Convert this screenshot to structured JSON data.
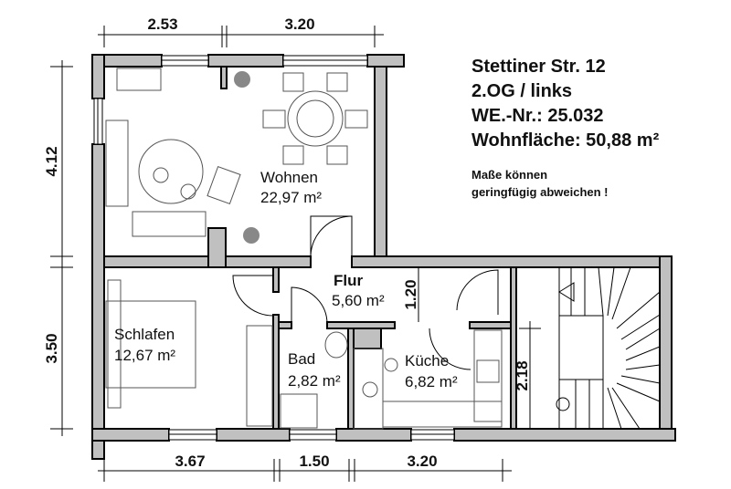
{
  "header": {
    "address": "Stettiner Str. 12",
    "floor": "2.OG / links",
    "unit_number": "WE.-Nr.: 25.032",
    "living_area": "Wohnfläche: 50,88 m²",
    "note_line1": "Maße können",
    "note_line2": "geringfügig abweichen !"
  },
  "dimensions": {
    "top_left": "2.53",
    "top_right": "3.20",
    "left_upper": "4.12",
    "left_lower": "3.50",
    "bottom_left": "3.67",
    "bottom_middle": "1.50",
    "bottom_right": "3.20",
    "flur_height": "1.20",
    "stair_width": "2.18"
  },
  "rooms": [
    {
      "name": "Wohnen",
      "area": "22,97 m²"
    },
    {
      "name": "Flur",
      "area": "5,60 m²"
    },
    {
      "name": "Schlafen",
      "area": "12,67 m²"
    },
    {
      "name": "Bad",
      "area": "2,82 m²"
    },
    {
      "name": "Küche",
      "area": "6,82 m²"
    }
  ],
  "colors": {
    "wall_fill": "#c0c0c0",
    "line": "#000000",
    "background": "#ffffff"
  }
}
